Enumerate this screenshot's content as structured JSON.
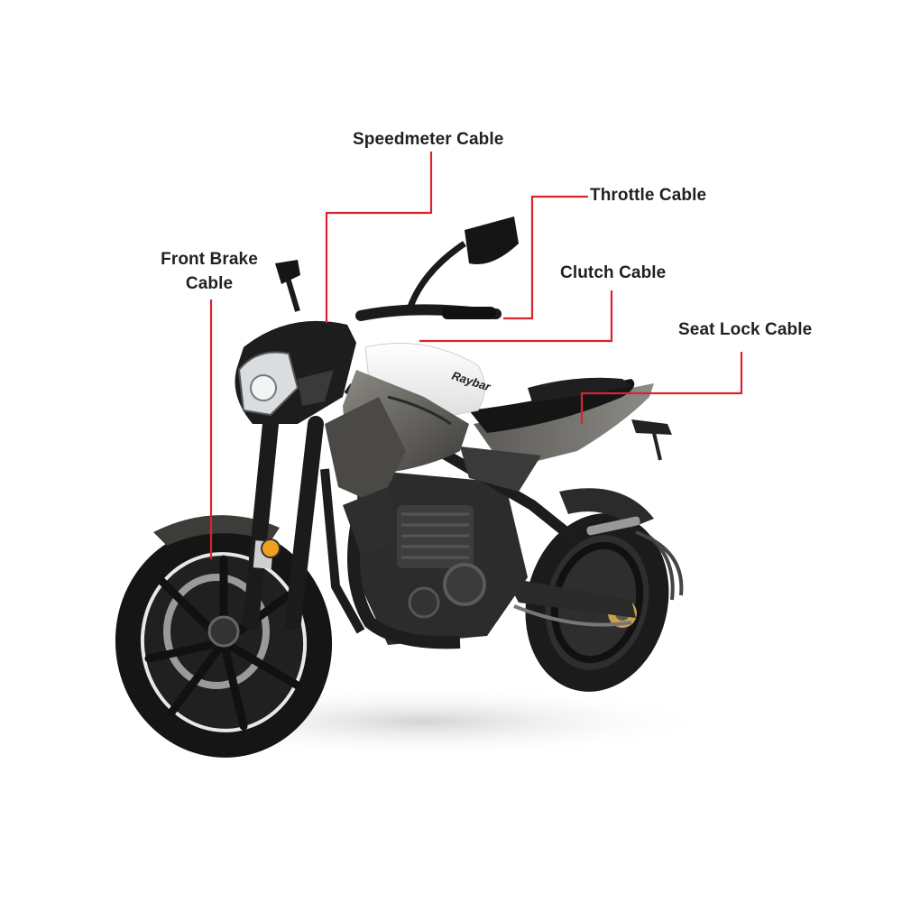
{
  "colors": {
    "background": "#ffffff",
    "leader_line": "#d7252f",
    "label_text": "#231f20",
    "body_dark": "#3a3a3c",
    "body_grey": "#6b6a66",
    "tank_white": "#f4f4f2",
    "tyre": "#1a1a1a"
  },
  "brand": "Raybar",
  "labels": {
    "speedometer": "Speedmeter Cable",
    "throttle": "Throttle Cable",
    "clutch": "Clutch Cable",
    "seat_lock": "Seat Lock Cable",
    "front_brake_line1": "Front Brake",
    "front_brake_line2": "Cable"
  },
  "icons": {
    "motorcycle": "naked-street-motorcycle"
  }
}
